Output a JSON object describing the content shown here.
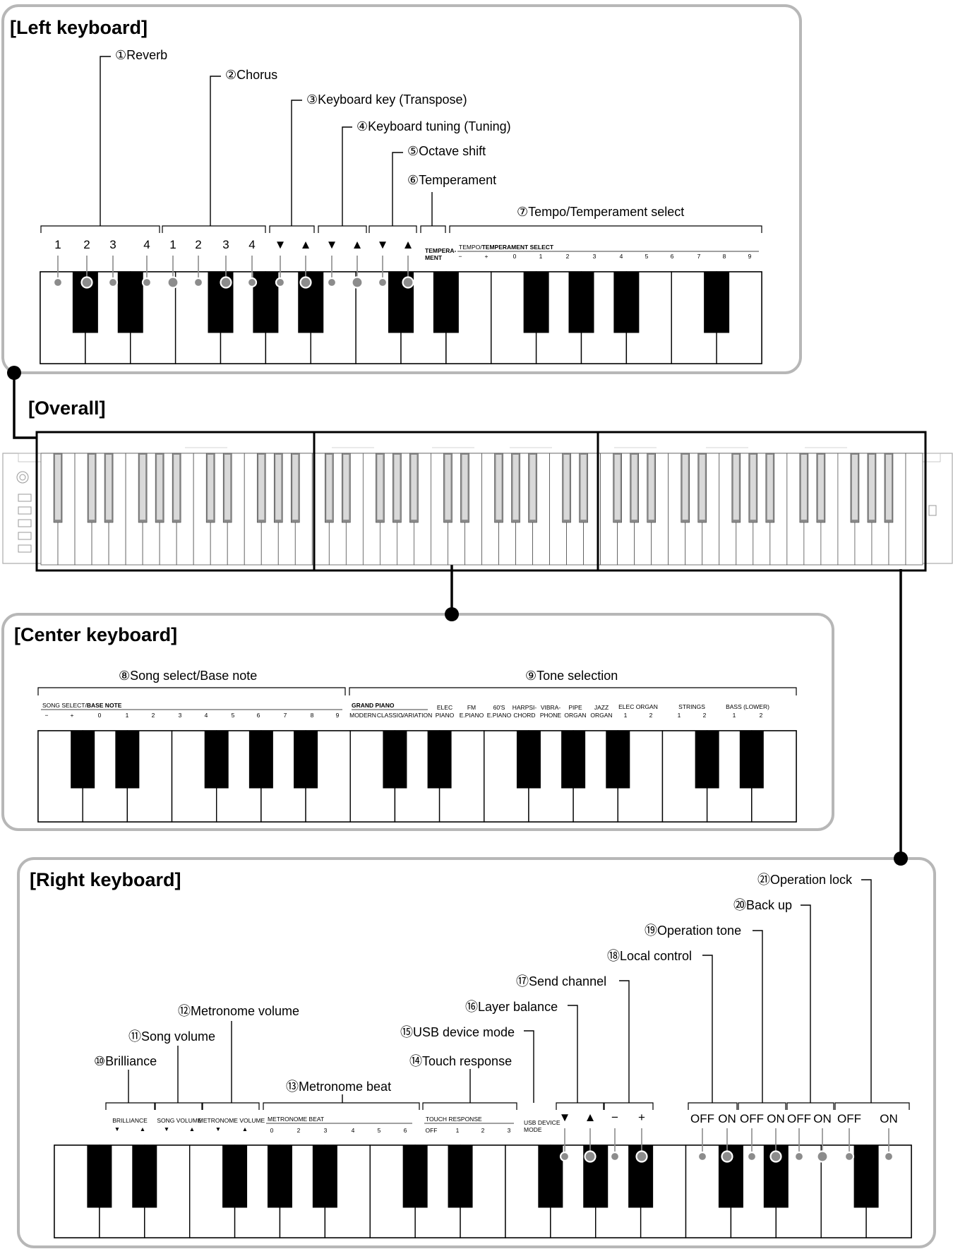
{
  "panels": {
    "left": "[Left keyboard]",
    "overall": "[Overall]",
    "center": "[Center keyboard]",
    "right": "[Right keyboard]"
  },
  "left": {
    "callouts": [
      "①Reverb",
      "②Chorus",
      "③Keyboard key (Transpose)",
      "④Keyboard tuning (Tuning)",
      "⑤Octave shift",
      "⑥Temperament",
      "⑦Tempo/Temperament select"
    ],
    "reverb_keys": [
      "1",
      "2",
      "3",
      "4"
    ],
    "chorus_keys": [
      "1",
      "2",
      "3",
      "4"
    ],
    "arrows": [
      "▼",
      "▲",
      "▼",
      "▲",
      "▼",
      "▲"
    ],
    "temperament_label": [
      "TEMPERA-",
      "MENT"
    ],
    "tempo_header_1": "TEMPO/",
    "tempo_header_2": "TEMPERAMENT SELECT",
    "tempo_keys": [
      "−",
      "+",
      "0",
      "1",
      "2",
      "3",
      "4",
      "5",
      "6",
      "7",
      "8",
      "9"
    ]
  },
  "center": {
    "callouts": [
      "⑧Song select/Base note",
      "⑨Tone selection"
    ],
    "song_header_1": "SONG SELECT/",
    "song_header_2": "BASE NOTE",
    "song_keys": [
      "−",
      "+",
      "0",
      "1",
      "2",
      "3",
      "4",
      "5",
      "6",
      "7",
      "8",
      "9"
    ],
    "grand_piano": "GRAND PIANO",
    "grand_keys": [
      "MODERN",
      "CLASSIC",
      "VARIATION"
    ],
    "tones": [
      [
        "ELEC",
        "PIANO"
      ],
      [
        "FM",
        "E.PIANO"
      ],
      [
        "60'S",
        "E.PIANO"
      ],
      [
        "HARPSI-",
        "CHORD"
      ],
      [
        "VIBRA-",
        "PHONE"
      ],
      [
        "PIPE",
        "ORGAN"
      ],
      [
        "JAZZ",
        "ORGAN"
      ]
    ],
    "elec_organ": "ELEC ORGAN",
    "strings": "STRINGS",
    "bass": "BASS (LOWER)",
    "num_pairs": [
      "1",
      "2"
    ]
  },
  "right": {
    "callouts": [
      "⑩Brilliance",
      "⑪Song volume",
      "⑫Metronome volume",
      "⑬Metronome beat",
      "⑭Touch response",
      "⑮USB device mode",
      "⑯Layer balance",
      "⑰Send channel",
      "⑱Local control",
      "⑲Operation tone",
      "⑳Back up",
      "㉑Operation lock"
    ],
    "groups": [
      "BRILLIANCE",
      "SONG VOLUME",
      "METRONOME VOLUME"
    ],
    "vol_arrows": [
      "▼",
      "▲"
    ],
    "beat_header": "METRONOME BEAT",
    "beat_keys": [
      "0",
      "2",
      "3",
      "4",
      "5",
      "6"
    ],
    "touch_header": "TOUCH RESPONSE",
    "touch_keys": [
      "OFF",
      "1",
      "2",
      "3"
    ],
    "usb_label": [
      "USB DEVICE",
      "MODE"
    ],
    "layer_keys": [
      "▼",
      "▲"
    ],
    "send_keys": [
      "−",
      "+"
    ],
    "toggles": [
      "OFF",
      "ON",
      "OFF",
      "ON",
      "OFF",
      "ON",
      "OFF",
      "ON"
    ]
  }
}
